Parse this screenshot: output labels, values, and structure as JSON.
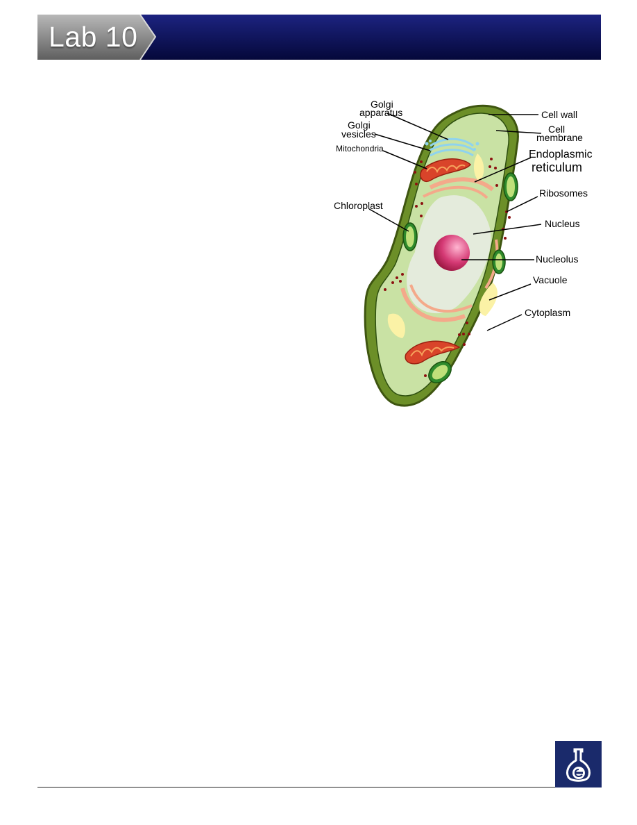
{
  "header": {
    "title": "Lab 10"
  },
  "diagram": {
    "labels": {
      "golgi_apparatus_1": "Golgi",
      "golgi_apparatus_2": "apparatus",
      "golgi_vesicles_1": "Golgi",
      "golgi_vesicles_2": "vesicles",
      "mitochondria": "Mitochondria",
      "chloroplast": "Chloroplast",
      "cell_wall": "Cell wall",
      "cell_membrane_1": "Cell",
      "cell_membrane_2": "membrane",
      "er_1": "Endoplasmic",
      "er_2": "reticulum",
      "ribosomes": "Ribosomes",
      "nucleus": "Nucleus",
      "nucleolus": "Nucleolus",
      "vacuole": "Vacuole",
      "cytoplasm": "Cytoplasm"
    }
  },
  "logo": {
    "icon": "flask-e-icon"
  },
  "colors": {
    "header_bg": "#0b1050",
    "cell_wall": "#5a7a1e",
    "cytoplasm": "#c9e2a4",
    "nucleus": "#e8eee0",
    "nucleolus": "#d0306a",
    "mitochondria": "#d9442a",
    "er": "#f4a98a",
    "vacuole": "#fbf2a6",
    "golgi": "#8fd3ee",
    "logo_bg": "#1a2a6b"
  }
}
